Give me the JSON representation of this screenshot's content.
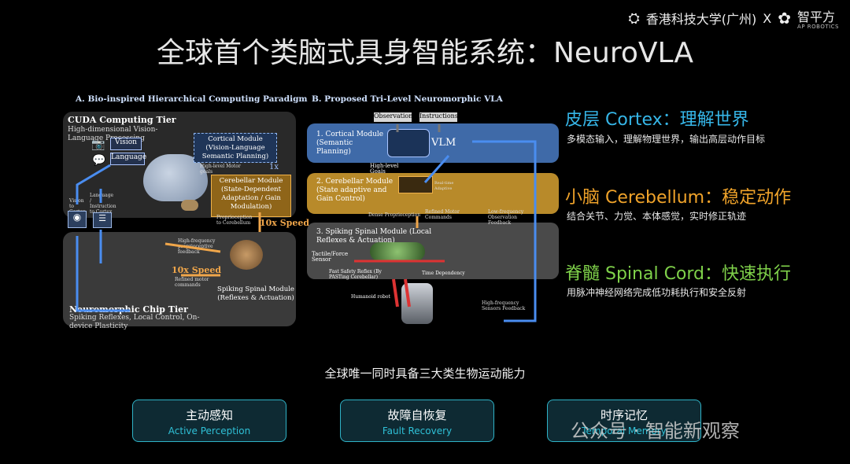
{
  "logo": {
    "hkust": "香港科技大学(广州)",
    "x": "X",
    "ap_name": "智平方",
    "ap_sub": "AP ROBOTICS"
  },
  "title": "全球首个类脑式具身智能系统：NeuroVLA",
  "diagram": {
    "a_title": "A. Bio-inspired Hierarchical Computing Paradigm",
    "b_title": "B. Proposed Tri-Level Neuromorphic VLA",
    "cuda_tier": "CUDA Computing Tier",
    "cuda_desc": "High-dimensional Vision-Language Processing",
    "vision_box": "Vision",
    "language_box": "Language",
    "vision_to_cortex": "Vision to Cortex",
    "language_instruction": "Language / Instruction to Cortex",
    "cortical_module": "Cortical Module (Vision-Language Semantic Planning)",
    "high_level_goals_small": "High-level Motor goals",
    "speed_1x": "1x",
    "cerebellar_module": "Cerebellar Module (State-Dependent Adaptation / Gain Modulation)",
    "proprio_to_cerebellum": "Proprioception to Cerebellum",
    "speed_10x_a": "10x Speed",
    "hf_proprio": "High-frequency proprioceptive feedback",
    "speed_10x_b": "10x Speed",
    "refined_motor_a": "Refined motor commands",
    "spinal_module_a": "Spiking Spinal Module (Reflexes & Actuation)",
    "neuro_tier": "Neuromorphic Chip Tier",
    "neuro_desc": "Spiking Reflexes, Local Control, On-device Plasticity",
    "obs": "Observations",
    "instr": "Instructions",
    "b1": "1. Cortical Module (Semantic Planning)",
    "vlm": "VLM",
    "high_level_goals": "High-level Goals",
    "b2": "2. Cerebellar Module (State adaptive and Gain Control)",
    "real_time": "Real-time Adaptive",
    "dense_proprio": "Dense Proprioception",
    "refined_motor_b": "Refined Motor Commands",
    "low_freq": "Low-frequency Observation Feedback",
    "b3": "3. Spiking Spinal Module (Local Reflexes & Actuation)",
    "tactile": "Tactile/Force Sensor",
    "fast_safety": "Fast Safety Reflex (By PASTing Cerebellar)",
    "time_dep": "Time Dependency",
    "humanoid": "Humanoid robot",
    "hf_sensor": "High-frequency Sensors Feedback"
  },
  "right": [
    {
      "head": "皮层 Cortex：理解世界",
      "desc": "多模态输入，理解物理世界，输出高层动作目标",
      "color": "#36b6e8"
    },
    {
      "head": "小脑 Cerebellum：稳定动作",
      "desc": "结合关节、力觉、本体感觉，实时修正轨迹",
      "color": "#f0a32a"
    },
    {
      "head": "脊髓 Spinal Cord：快速执行",
      "desc": "用脉冲神经网络完成低功耗执行和安全反射",
      "color": "#7fd14a"
    }
  ],
  "caption": "全球唯一同时具备三大类生物运动能力",
  "buttons": [
    {
      "zh": "主动感知",
      "en": "Active Perception"
    },
    {
      "zh": "故障自恢复",
      "en": "Fault Recovery"
    },
    {
      "zh": "时序记忆",
      "en": "Temporal Memory"
    }
  ],
  "watermark": "公众号 · 智能新观察"
}
